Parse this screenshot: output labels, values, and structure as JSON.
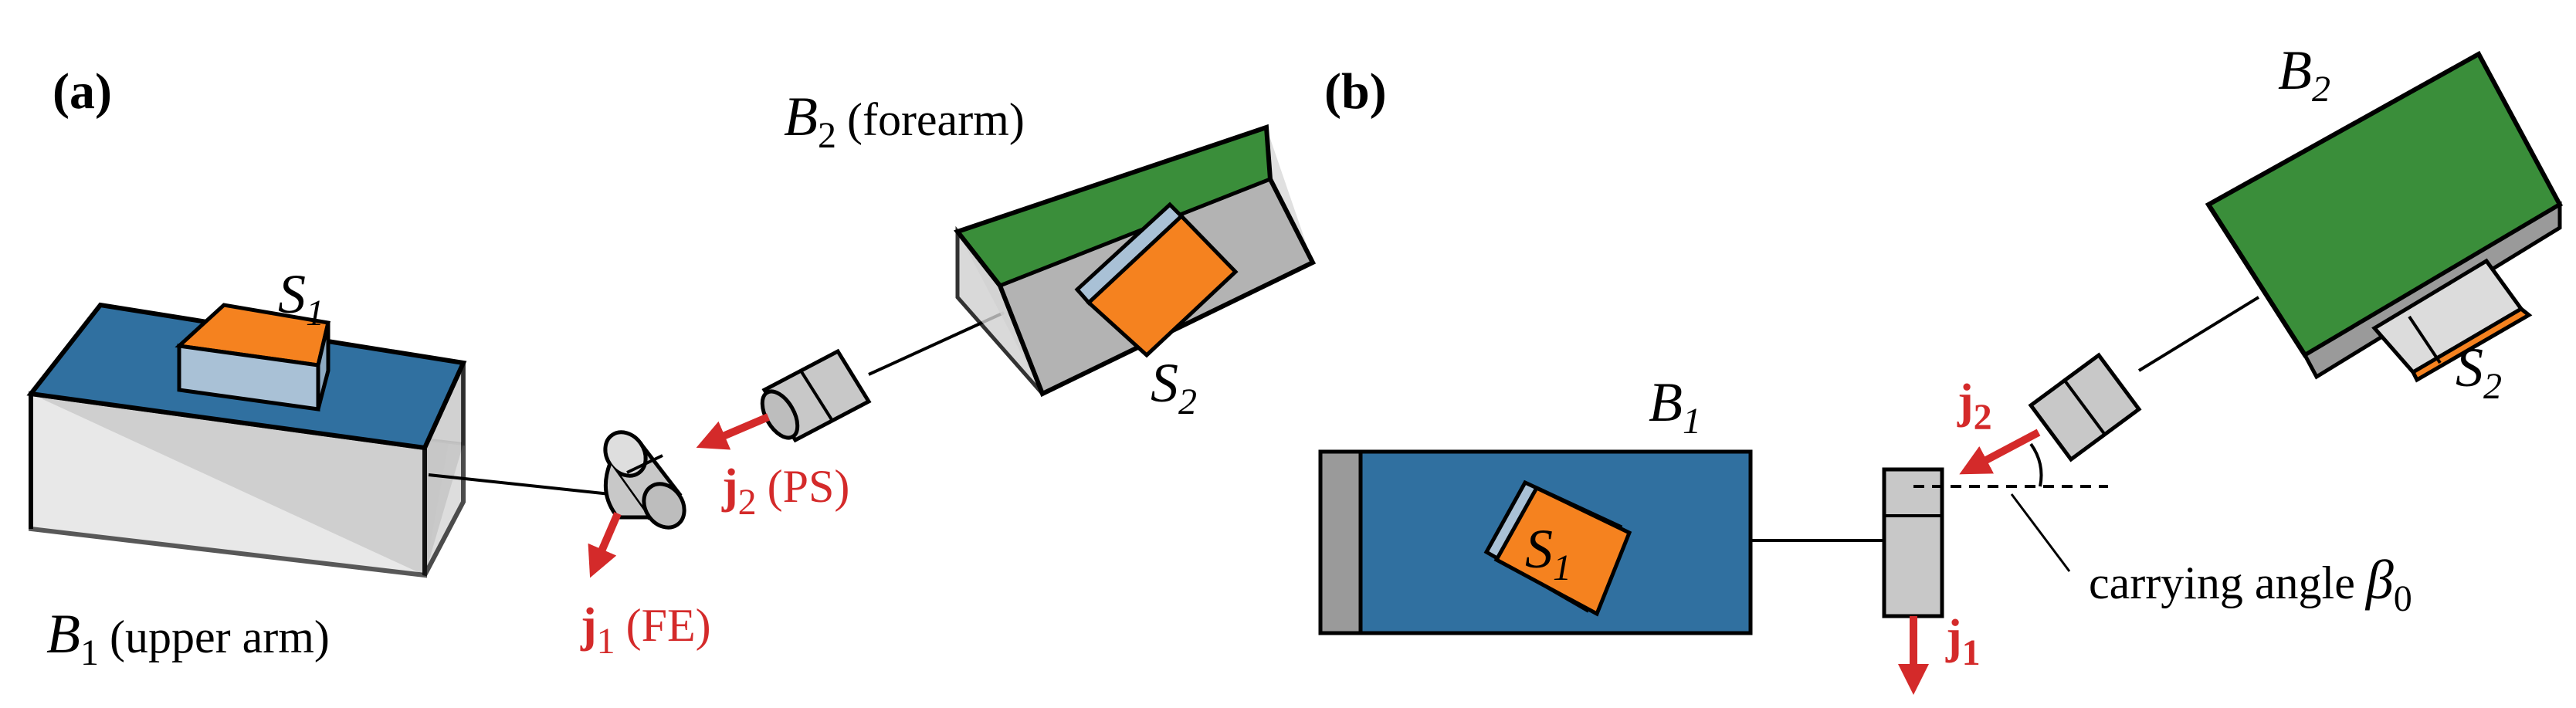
{
  "panel_a": {
    "label": "(a)",
    "b1_label": {
      "symbol": "B",
      "sub": "1",
      "text": "(upper arm)"
    },
    "b2_label": {
      "symbol": "B",
      "sub": "2",
      "text": "(forearm)"
    },
    "s1_label": {
      "symbol": "S",
      "sub": "1"
    },
    "s2_label": {
      "symbol": "S",
      "sub": "2"
    },
    "j1_label": {
      "symbol": "j",
      "sub": "1",
      "text": "(FE)"
    },
    "j2_label": {
      "symbol": "j",
      "sub": "2",
      "text": "(PS)"
    }
  },
  "panel_b": {
    "label": "(b)",
    "b1_label": {
      "symbol": "B",
      "sub": "1"
    },
    "b2_label": {
      "symbol": "B",
      "sub": "2"
    },
    "s1_label": {
      "symbol": "S",
      "sub": "1"
    },
    "s2_label": {
      "symbol": "S",
      "sub": "2"
    },
    "j1_label": {
      "symbol": "j",
      "sub": "1"
    },
    "j2_label": {
      "symbol": "j",
      "sub": "2"
    },
    "angle_label": {
      "text": "carrying angle",
      "symbol": "β",
      "sub": "0"
    }
  },
  "colors": {
    "upper_arm_blue": "#3070a0",
    "forearm_green": "#3a8e3a",
    "sensor_orange": "#f5821f",
    "joint_gray": "#c8c8c8",
    "glass_gray": "#d6d6d6",
    "dark_gray": "#9a9a9a",
    "axis_red": "#d42a2a"
  }
}
